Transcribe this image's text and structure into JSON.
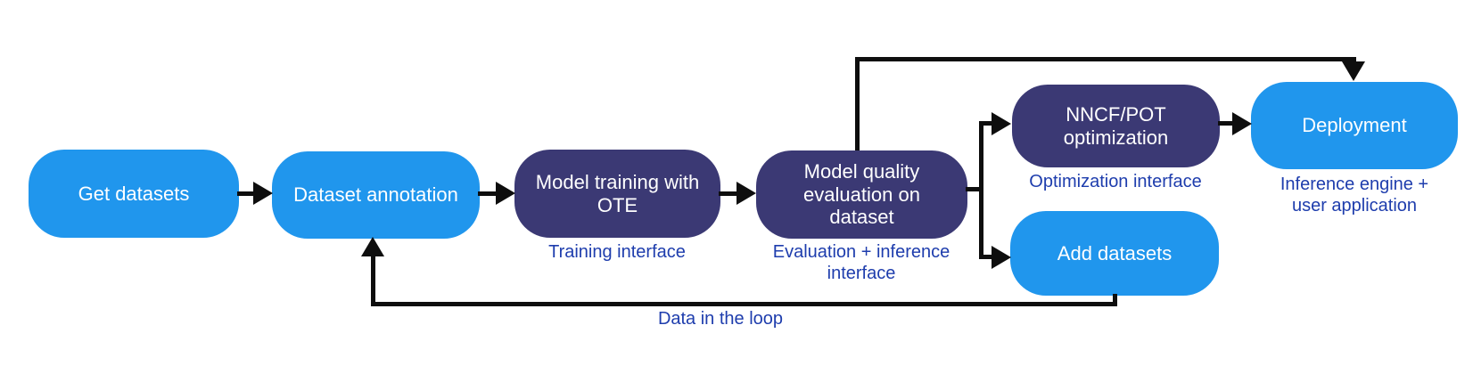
{
  "diagram": {
    "background": "#ffffff",
    "colors": {
      "node_blue": "#2096ED",
      "node_navy": "#3B3974",
      "node_text": "#ffffff",
      "label_text": "#1E3DAD",
      "arrow": "#0E0E0E"
    },
    "nodes": {
      "get_datasets": {
        "label": "Get datasets"
      },
      "dataset_annotation": {
        "label": "Dataset annotation"
      },
      "model_training": {
        "label": "Model training with OTE",
        "sublabel": "Training interface"
      },
      "model_quality": {
        "label": "Model quality evaluation on dataset",
        "sublabel": "Evaluation + inference interface"
      },
      "nncf_pot": {
        "label": "NNCF/POT optimization",
        "sublabel": "Optimization interface"
      },
      "deployment": {
        "label": "Deployment",
        "sublabel": "Inference engine + user application"
      },
      "add_datasets": {
        "label": "Add datasets"
      }
    },
    "edges": {
      "data_loop_label": "Data in the loop",
      "connections": [
        {
          "from": "get_datasets",
          "to": "dataset_annotation"
        },
        {
          "from": "dataset_annotation",
          "to": "model_training"
        },
        {
          "from": "model_training",
          "to": "model_quality"
        },
        {
          "from": "model_quality",
          "to": "deployment"
        },
        {
          "from": "model_quality",
          "to": "nncf_pot"
        },
        {
          "from": "model_quality",
          "to": "add_datasets"
        },
        {
          "from": "nncf_pot",
          "to": "deployment"
        },
        {
          "from": "add_datasets",
          "to": "dataset_annotation"
        }
      ]
    }
  }
}
